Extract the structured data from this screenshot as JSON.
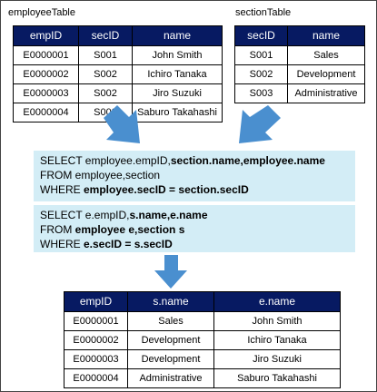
{
  "employee_table": {
    "caption": "employeeTable",
    "headers": [
      "empID",
      "secID",
      "name"
    ],
    "rows": [
      [
        "E0000001",
        "S001",
        "John Smith"
      ],
      [
        "E0000002",
        "S002",
        "Ichiro Tanaka"
      ],
      [
        "E0000003",
        "S002",
        "Jiro Suzuki"
      ],
      [
        "E0000004",
        "S003",
        "Saburo Takahashi"
      ]
    ]
  },
  "section_table": {
    "caption": "sectionTable",
    "headers": [
      "secID",
      "name"
    ],
    "rows": [
      [
        "S001",
        "Sales"
      ],
      [
        "S002",
        "Development"
      ],
      [
        "S003",
        "Administrative"
      ]
    ]
  },
  "query1": {
    "line1": {
      "plain": "SELECT employee.empID,",
      "bold": "section.name,employee.name"
    },
    "line2": {
      "plain": "FROM employee,section",
      "bold": ""
    },
    "line3": {
      "plain": "WHERE ",
      "bold": "employee.secID = section.secID"
    }
  },
  "query2": {
    "line1": {
      "plain": "SELECT e.empID,",
      "bold": "s.name,e.name"
    },
    "line2": {
      "plain": "FROM ",
      "bold": "employee e,section s"
    },
    "line3": {
      "plain": "WHERE ",
      "bold": "e.secID = s.secID"
    }
  },
  "result_table": {
    "headers": [
      "empID",
      "s.name",
      "e.name"
    ],
    "rows": [
      [
        "E0000001",
        "Sales",
        "John Smith"
      ],
      [
        "E0000002",
        "Development",
        "Ichiro Tanaka"
      ],
      [
        "E0000003",
        "Development",
        "Jiro Suzuki"
      ],
      [
        "E0000004",
        "Administrative",
        "Saburo Takahashi"
      ]
    ]
  },
  "colors": {
    "header_bg": "#071a62",
    "header_text": "#ffffff",
    "sql_box_bg": "#d3edf6",
    "arrow_fill": "#4a8fcf"
  }
}
